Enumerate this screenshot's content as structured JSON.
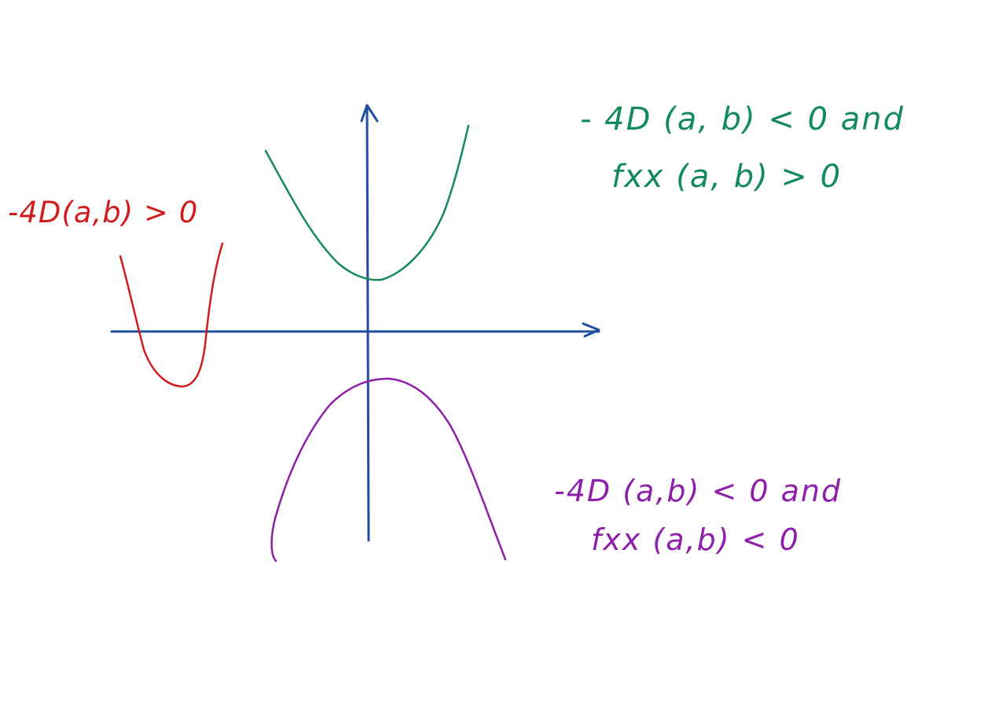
{
  "colors": {
    "axes": "#1f4fa0",
    "red": "#d01c1c",
    "green": "#138a5a",
    "purple": "#8e1fa8",
    "background": "#ffffff"
  },
  "labels": {
    "red": [
      "-4D(a,b) > 0"
    ],
    "green": [
      "- 4D (a, b) < 0  and",
      "fxx (a, b) > 0"
    ],
    "purple": [
      "-4D (a,b) < 0  and",
      "fxx (a,b) < 0"
    ]
  }
}
